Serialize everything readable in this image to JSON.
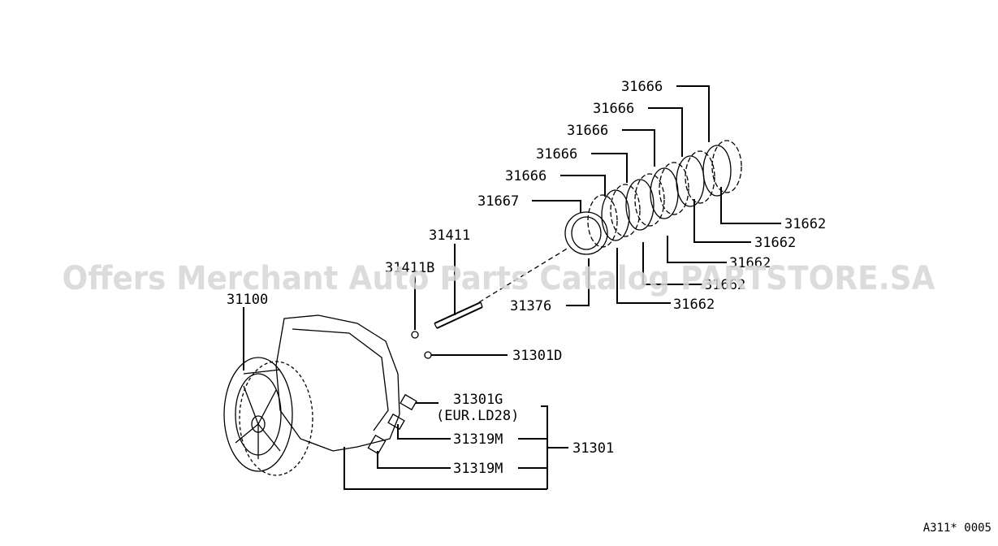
{
  "watermark": "Offers Merchant Auto Parts Catalog PARTSTORE.SA",
  "reference_code": "A311* 0005",
  "labels": {
    "p31666_a": "31666",
    "p31666_b": "31666",
    "p31666_c": "31666",
    "p31666_d": "31666",
    "p31666_e": "31666",
    "p31667": "31667",
    "p31662_a": "31662",
    "p31662_b": "31662",
    "p31662_c": "31662",
    "p31662_d": "31662",
    "p31662_e": "31662",
    "p31411": "31411",
    "p31411b": "31411B",
    "p31376": "31376",
    "p31100": "31100",
    "p31301d": "31301D",
    "p31301g": "31301G",
    "p31301g_note": "(EUR.LD28)",
    "p31319m_a": "31319M",
    "p31319m_b": "31319M",
    "p31301": "31301"
  }
}
